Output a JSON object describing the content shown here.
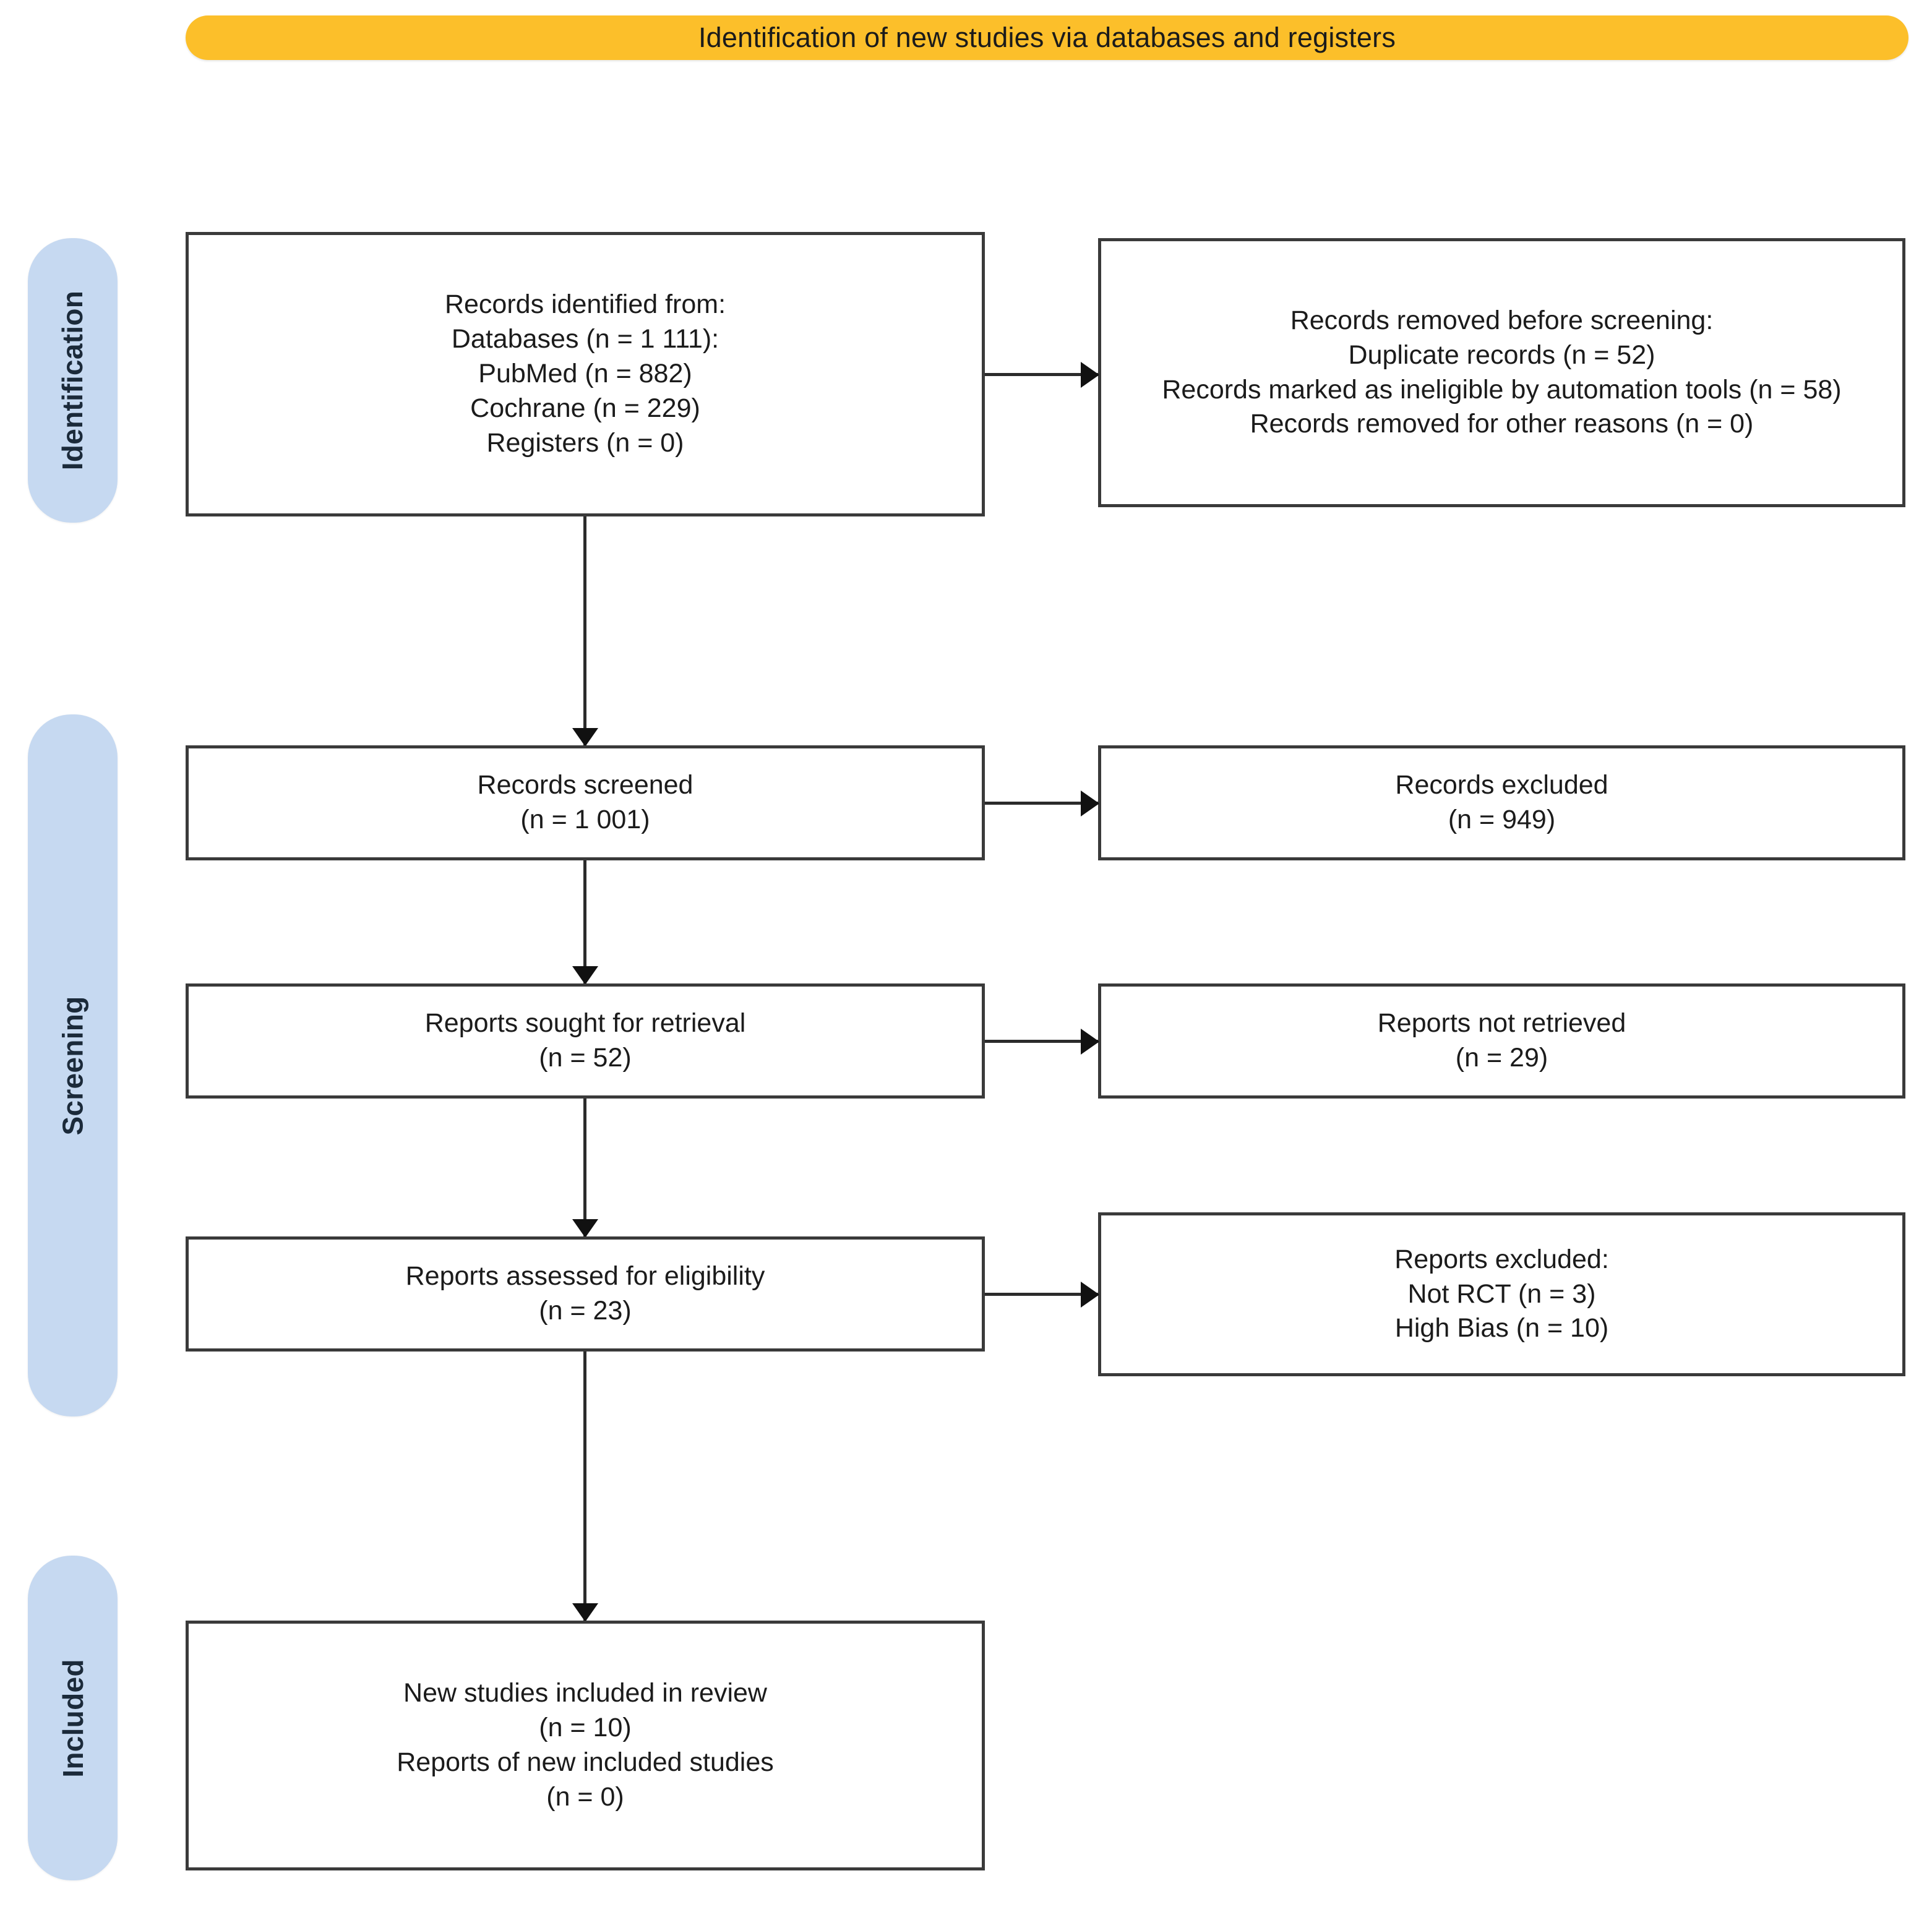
{
  "header": {
    "title": "Identification of new studies via databases and registers",
    "background_color": "#FCBF2A"
  },
  "stages": {
    "identification": "Identification",
    "screening": "Screening",
    "included": "Included",
    "pill_color": "#C6D9F1"
  },
  "boxes": {
    "identified": {
      "lines": [
        "Records identified from:",
        "Databases (n = 1 111):",
        "PubMed (n = 882)",
        "Cochrane (n = 229)",
        "Registers (n = 0)"
      ]
    },
    "removed": {
      "lines": [
        "Records removed before screening:",
        "Duplicate records (n = 52)",
        "Records marked as ineligible by automation tools (n = 58)",
        "Records removed for other reasons (n = 0)"
      ]
    },
    "screened": {
      "lines": [
        "Records screened",
        "(n = 1 001)"
      ]
    },
    "excluded_records": {
      "lines": [
        "Records excluded",
        "(n = 949)"
      ]
    },
    "sought": {
      "lines": [
        "Reports sought for retrieval",
        "(n = 52)"
      ]
    },
    "not_retrieved": {
      "lines": [
        "Reports not retrieved",
        "(n = 29)"
      ]
    },
    "assessed": {
      "lines": [
        "Reports assessed for eligibility",
        "(n = 23)"
      ]
    },
    "excluded_reports": {
      "lines": [
        "Reports excluded:",
        "Not RCT (n = 3)",
        "High Bias (n = 10)"
      ]
    },
    "included": {
      "lines": [
        "New studies included in review",
        "(n = 10)",
        "Reports of new included studies",
        "(n = 0)"
      ]
    }
  },
  "chart_data": {
    "type": "diagram",
    "title": "Identification of new studies via databases and registers",
    "diagram_kind": "PRISMA 2020 flow diagram",
    "stages": [
      "Identification",
      "Screening",
      "Included"
    ],
    "nodes": [
      {
        "id": "identified",
        "stage": "Identification",
        "column": "left",
        "label": "Records identified from",
        "counts": {
          "Databases": 1111,
          "PubMed": 882,
          "Cochrane": 229,
          "Registers": 0
        }
      },
      {
        "id": "removed",
        "stage": "Identification",
        "column": "right",
        "label": "Records removed before screening",
        "counts": {
          "Duplicate records": 52,
          "Records marked as ineligible by automation tools": 58,
          "Records removed for other reasons": 0
        }
      },
      {
        "id": "screened",
        "stage": "Screening",
        "column": "left",
        "label": "Records screened",
        "counts": {
          "n": 1001
        }
      },
      {
        "id": "excluded_records",
        "stage": "Screening",
        "column": "right",
        "label": "Records excluded",
        "counts": {
          "n": 949
        }
      },
      {
        "id": "sought",
        "stage": "Screening",
        "column": "left",
        "label": "Reports sought for retrieval",
        "counts": {
          "n": 52
        }
      },
      {
        "id": "not_retrieved",
        "stage": "Screening",
        "column": "right",
        "label": "Reports not retrieved",
        "counts": {
          "n": 29
        }
      },
      {
        "id": "assessed",
        "stage": "Screening",
        "column": "left",
        "label": "Reports assessed for eligibility",
        "counts": {
          "n": 23
        }
      },
      {
        "id": "excluded_reports",
        "stage": "Screening",
        "column": "right",
        "label": "Reports excluded",
        "counts": {
          "Not RCT": 3,
          "High Bias": 10
        }
      },
      {
        "id": "included",
        "stage": "Included",
        "column": "left",
        "label": "New studies included in review",
        "counts": {
          "New studies included in review": 10,
          "Reports of new included studies": 0
        }
      }
    ],
    "edges": [
      {
        "from": "identified",
        "to": "removed",
        "direction": "right"
      },
      {
        "from": "identified",
        "to": "screened",
        "direction": "down"
      },
      {
        "from": "screened",
        "to": "excluded_records",
        "direction": "right"
      },
      {
        "from": "screened",
        "to": "sought",
        "direction": "down"
      },
      {
        "from": "sought",
        "to": "not_retrieved",
        "direction": "right"
      },
      {
        "from": "sought",
        "to": "assessed",
        "direction": "down"
      },
      {
        "from": "assessed",
        "to": "excluded_reports",
        "direction": "right"
      },
      {
        "from": "assessed",
        "to": "included",
        "direction": "down"
      }
    ]
  }
}
